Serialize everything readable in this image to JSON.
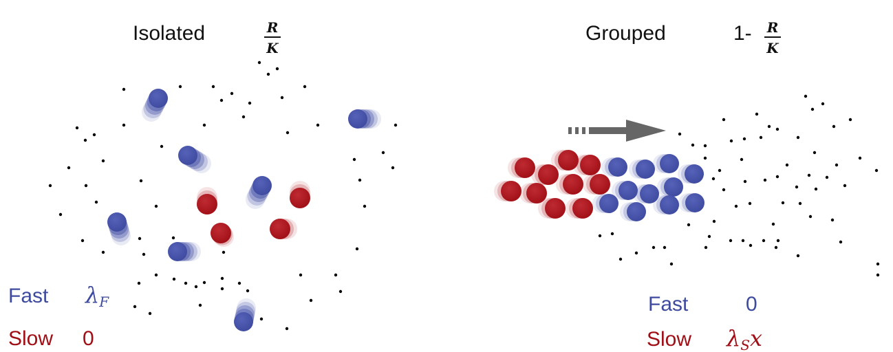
{
  "colors": {
    "fast": "#3d4a9e",
    "slow": "#a00f16",
    "text": "#111111",
    "arrow": "#666666",
    "dot": "#000000"
  },
  "left": {
    "title": "Isolated",
    "fraction_numerator": "R",
    "fraction_denominator": "K",
    "fast_label": "Fast",
    "fast_rate_symbol": "λ",
    "fast_rate_sub": "F",
    "slow_label": "Slow",
    "slow_rate": "0"
  },
  "right": {
    "title": "Grouped",
    "fraction_prefix": "1-",
    "fraction_numerator": "R",
    "fraction_denominator": "K",
    "fast_label": "Fast",
    "fast_rate": "0",
    "slow_label": "Slow",
    "slow_rate_symbol": "λ",
    "slow_rate_sub": "S",
    "slow_rate_var": "x"
  },
  "icons": {
    "group_motion": "dashed-right-arrow-icon"
  }
}
